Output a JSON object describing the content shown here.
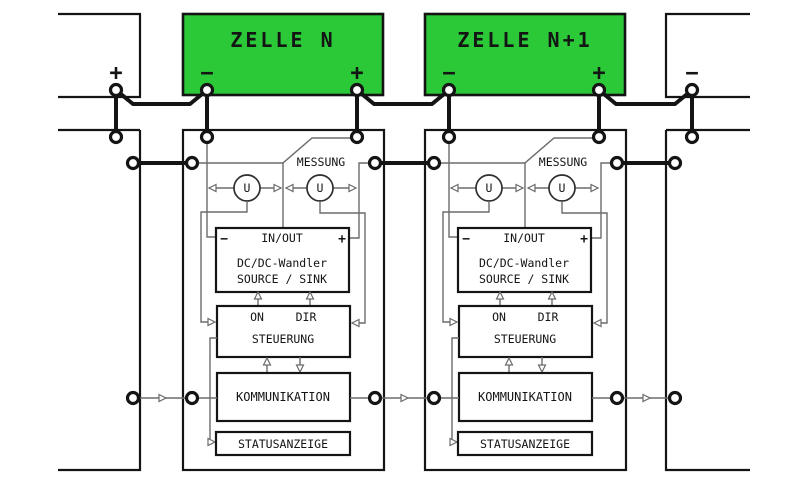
{
  "diagram": {
    "colors": {
      "cell_fill": "#2BC938",
      "line": "#141414",
      "signal": "#6B6B6B"
    },
    "bus": {
      "left_terminal": "+",
      "right_terminal": "−"
    },
    "cells": [
      {
        "label": "ZELLE N",
        "neg": "−",
        "pos": "+"
      },
      {
        "label": "ZELLE N+1",
        "neg": "−",
        "pos": "+"
      }
    ],
    "modules": [
      {
        "messung": "MESSUNG",
        "meter": "U",
        "dcdc": {
          "neg": "−",
          "port": "IN/OUT",
          "pos": "+",
          "name": "DC/DC-Wandler",
          "mode": "SOURCE / SINK"
        },
        "control": {
          "on": "ON",
          "dir": "DIR",
          "label": "STEUERUNG"
        },
        "comm": "KOMMUNIKATION",
        "status": "STATUSANZEIGE"
      },
      {
        "messung": "MESSUNG",
        "meter": "U",
        "dcdc": {
          "neg": "−",
          "port": "IN/OUT",
          "pos": "+",
          "name": "DC/DC-Wandler",
          "mode": "SOURCE / SINK"
        },
        "control": {
          "on": "ON",
          "dir": "DIR",
          "label": "STEUERUNG"
        },
        "comm": "KOMMUNIKATION",
        "status": "STATUSANZEIGE"
      }
    ]
  }
}
